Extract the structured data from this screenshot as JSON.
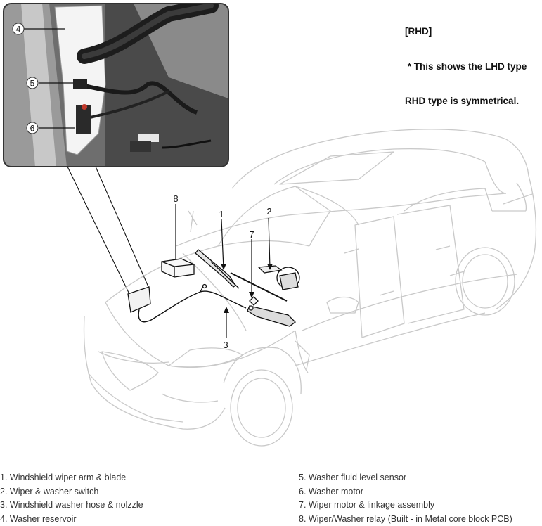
{
  "note": {
    "line1": "[RHD]",
    "line2": " * This shows the LHD type",
    "line3": "RHD type is symmetrical."
  },
  "callouts": {
    "c1": "1",
    "c2": "2",
    "c3": "3",
    "c4": "4",
    "c5": "5",
    "c6": "6",
    "c7": "7",
    "c8": "8"
  },
  "legend": {
    "left": [
      "1. Windshield wiper arm & blade",
      "2. Wiper & washer switch",
      "3. Windshield washer hose & nolzzle",
      "4. Washer reservoir"
    ],
    "right": [
      "5. Washer fluid level sensor",
      "6. Washer motor",
      "7. Wiper motor & linkage assembly",
      "8. Wiper/Washer relay (Built - in Metal core block PCB)"
    ]
  }
}
